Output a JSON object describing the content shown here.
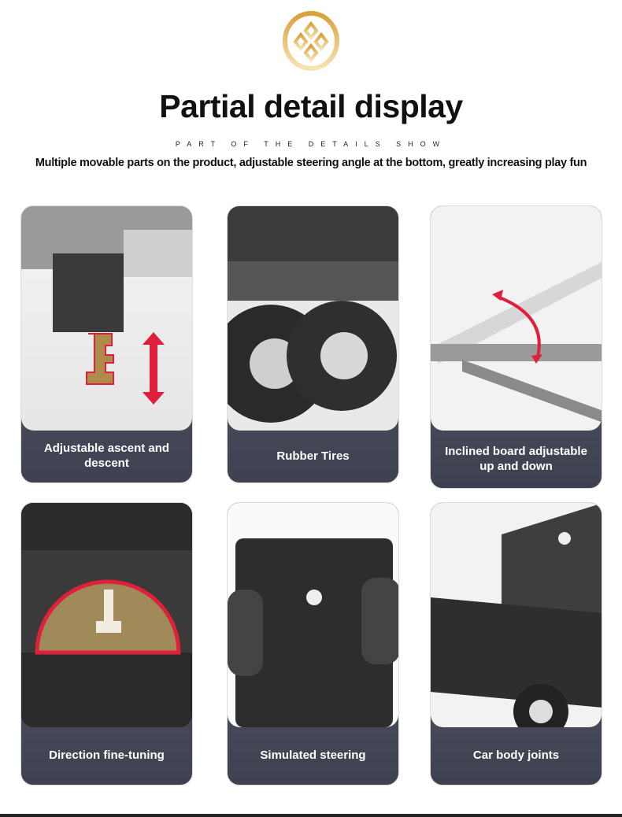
{
  "header": {
    "title": "Partial detail display",
    "subtitle": "PART OF THE DETAILS SHOW",
    "description": "Multiple movable parts on the product, adjustable steering angle at the bottom, greatly increasing play fun"
  },
  "colors": {
    "gold": "#d9a441",
    "caption_bg": "#4b4f5d",
    "accent_red": "#e0203a"
  },
  "cards": [
    {
      "caption": "Adjustable ascent and descent"
    },
    {
      "caption": "Rubber Tires"
    },
    {
      "caption": "Inclined board adjustable up and down"
    },
    {
      "caption": "Direction fine-tuning"
    },
    {
      "caption": "Simulated steering"
    },
    {
      "caption": "Car body joints"
    }
  ]
}
